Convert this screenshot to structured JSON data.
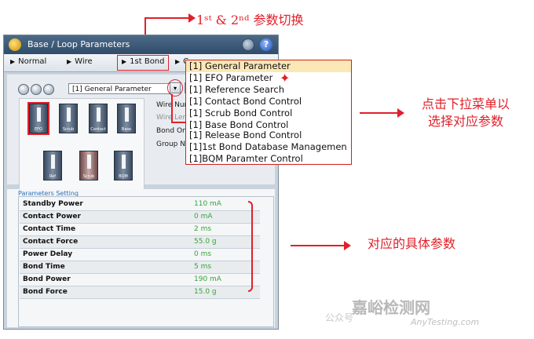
{
  "annotations": {
    "title": "1ˢᵗ & 2ⁿᵈ 参数切换",
    "dropdown_note_line1": "点击下拉菜单以",
    "dropdown_note_line2": "选择对应参数",
    "params_note": "对应的具体参数",
    "accent_color": "#e0202a"
  },
  "window": {
    "title": "Base / Loop Parameters",
    "title_icon": "app-icon",
    "buttons": [
      "refresh-icon",
      "help-icon"
    ],
    "help_label": "?"
  },
  "tabs": [
    {
      "label": "Normal"
    },
    {
      "label": "Wire"
    },
    {
      "label": "1st Bond"
    },
    {
      "label": "C"
    }
  ],
  "toolbar": {
    "combo_value": "[1] General Parameter",
    "combo_arrow": "▾"
  },
  "bond_icons": [
    {
      "label": "EFO"
    },
    {
      "label": "Scrub"
    },
    {
      "label": "Contact"
    },
    {
      "label": "Base"
    },
    {
      "label": "Ref"
    },
    {
      "label": "Scrub"
    },
    {
      "label": "BQM"
    }
  ],
  "param_labels": {
    "wire_num": "Wire Numb",
    "wire_len": "Wire Lengt",
    "bond_on": "Bond On",
    "group_num": "Group Num"
  },
  "settings": {
    "title": "Parameters Setting",
    "rows": [
      {
        "name": "Standby Power",
        "value": "110  mA"
      },
      {
        "name": "Contact Power",
        "value": "0  mA"
      },
      {
        "name": "Contact Time",
        "value": "2  ms"
      },
      {
        "name": "Contact Force",
        "value": "55.0  g"
      },
      {
        "name": "Power Delay",
        "value": "0  ms"
      },
      {
        "name": "Bond Time",
        "value": "5  ms"
      },
      {
        "name": "Bond Power",
        "value": "190  mA"
      },
      {
        "name": "Bond Force",
        "value": "15.0  g"
      }
    ]
  },
  "dropdown": {
    "items": [
      "[1] General Parameter",
      "[1] EFO Parameter",
      "[1] Reference Search",
      "[1] Contact Bond Control",
      "[1] Scrub Bond Control",
      "[1] Base Bond Control",
      "[1] Release Bond Control",
      "[1]1st Bond Database Managemen",
      "[1]BQM Paramter Control"
    ],
    "marker": "✦"
  },
  "watermark": {
    "brand": "嘉峪检测网",
    "url": "AnyTesting.com",
    "left": "公众号"
  }
}
